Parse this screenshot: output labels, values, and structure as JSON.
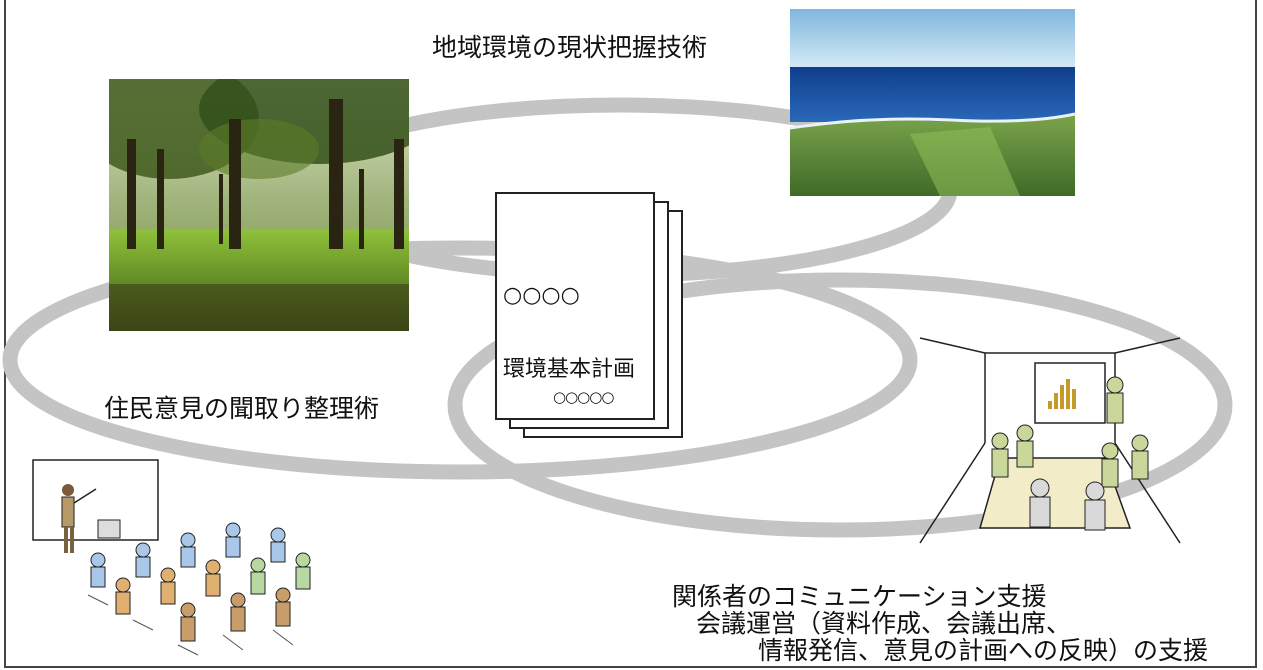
{
  "labels": {
    "environment_survey": "地域環境の現状把握技術",
    "resident_opinions": "住民意見の聞取り整理術",
    "stakeholder_title": "関係者のコミュニケーション支援",
    "stakeholder_line2": "会議運営（資料作成、会議出席、",
    "stakeholder_line3": "情報発信、意見の計画への反映）の支援"
  },
  "document": {
    "title_line1": "○○○○",
    "title_line2": "環境基本計画",
    "footer": "○○○○○"
  }
}
